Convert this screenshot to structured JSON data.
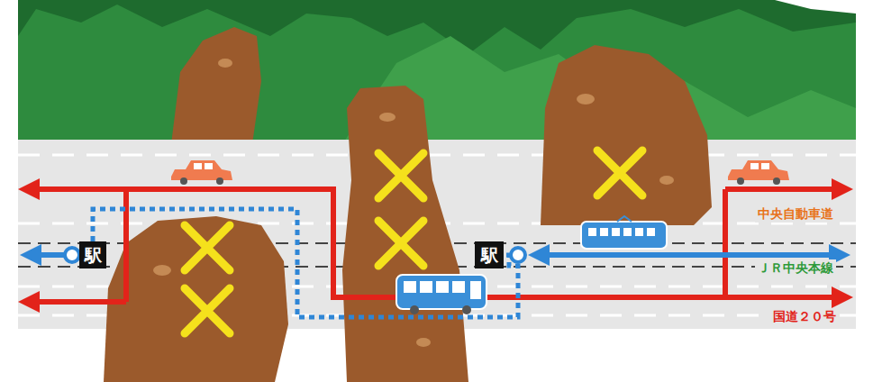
{
  "diagram": {
    "nodes": [
      {
        "text": [
          "駅"
        ]
      },
      {
        "text": [
          "駅"
        ]
      }
    ],
    "edges": [
      {
        "from": 0,
        "to": 1,
        "arrow": "none"
      }
    ],
    "labels": [
      "中央自動車道",
      "ＪＲ中央本線",
      "国道２０号"
    ]
  }
}
